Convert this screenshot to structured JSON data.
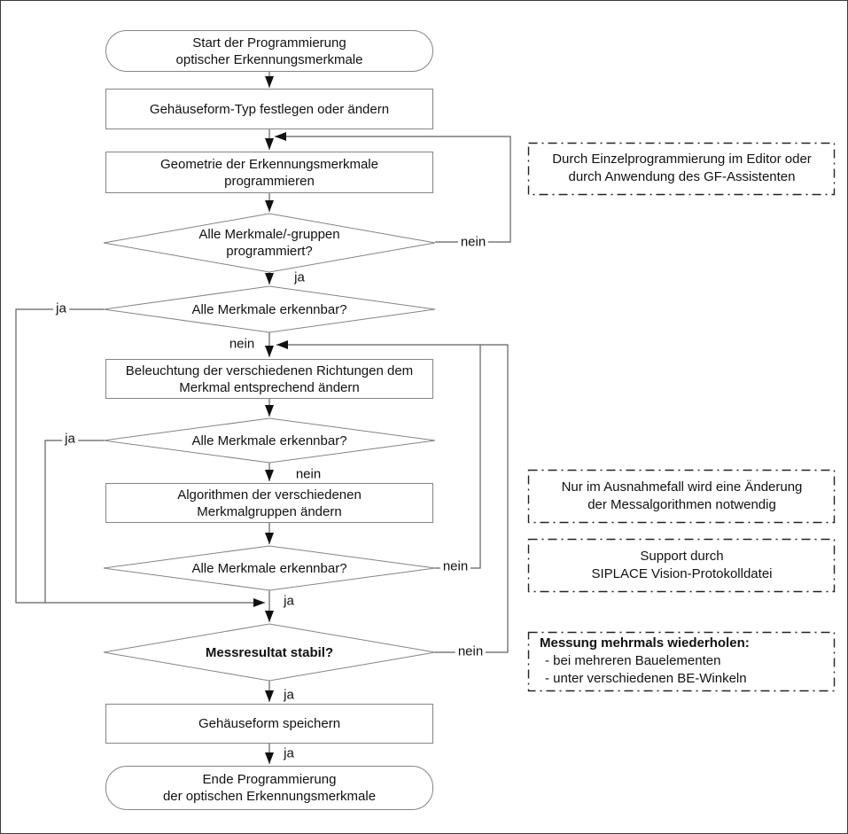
{
  "diagram": {
    "nodes": {
      "start": {
        "label": "Start der Programmierung\noptischer Erkennungsmerkmale"
      },
      "set_package_type": {
        "label": "Gehäuseform-Typ festlegen oder ändern"
      },
      "program_geometry": {
        "label": "Geometrie der Erkennungsmerkmale\nprogrammieren"
      },
      "all_groups_programmed": {
        "label": "Alle Merkmale/-gruppen\nprogrammiert?"
      },
      "features_recognizable_1": {
        "label": "Alle Merkmale erkennbar?"
      },
      "adjust_lighting": {
        "label": "Beleuchtung der verschiedenen Richtungen dem\nMerkmal entsprechend ändern"
      },
      "features_recognizable_2": {
        "label": "Alle Merkmale erkennbar?"
      },
      "change_algorithms": {
        "label": "Algorithmen der verschiedenen\nMerkmalgruppen ändern"
      },
      "features_recognizable_3": {
        "label": "Alle Merkmale erkennbar?"
      },
      "measurement_stable": {
        "label": "Messresultat stabil?"
      },
      "save_package": {
        "label": "Gehäuseform speichern"
      },
      "end": {
        "label": "Ende Programmierung\nder optischen Erkennungsmerkmale"
      }
    },
    "edge_labels": {
      "yes": "ja",
      "no": "nein"
    },
    "annotations": [
      {
        "text": "Durch Einzelprogrammierung im Editor oder\ndurch Anwendung des GF-Assistenten"
      },
      {
        "text": "Nur im Ausnahmefall wird eine  Änderung\nder Messalgorithmen notwendig"
      },
      {
        "text": "Support durch\nSIPLACE Vision-Protokolldatei"
      },
      {
        "title": "Messung mehrmals wiederholen:",
        "items": [
          "- bei mehreren Bauelementen",
          "- unter verschiedenen BE-Winkeln"
        ]
      }
    ],
    "colors": {
      "background": "#ffffff",
      "shape_stroke": "#848484",
      "connector": "#5f5f5f",
      "arrowhead": "#111111",
      "annotation_border": "#222222",
      "text": "#111111"
    }
  }
}
